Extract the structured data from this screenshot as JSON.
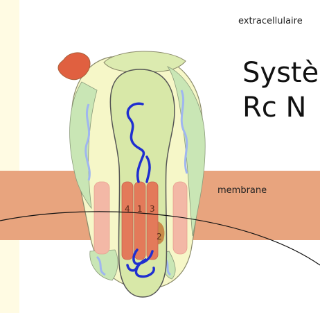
{
  "labels": {
    "extracellular": "extracellulaire",
    "membrane": "membrane",
    "title_line1": "Systè",
    "title_line2": "Rc N"
  },
  "segments": [
    "4",
    "1",
    "3",
    "2"
  ],
  "colors": {
    "background": "#fffbe3",
    "membrane": "#e8a47e",
    "outer_subunit": "#f6f7c8",
    "inner_subunit": "#d8e8a8",
    "side_lobe": "#c9e6b5",
    "helix": "#e37a5a",
    "outer_helix": "#f3b8a6",
    "chain": "#1f2fd0",
    "ligand": "#e06040",
    "highlight": "#c98a48"
  },
  "icons": {
    "ligand": "ligand-blob-icon"
  }
}
